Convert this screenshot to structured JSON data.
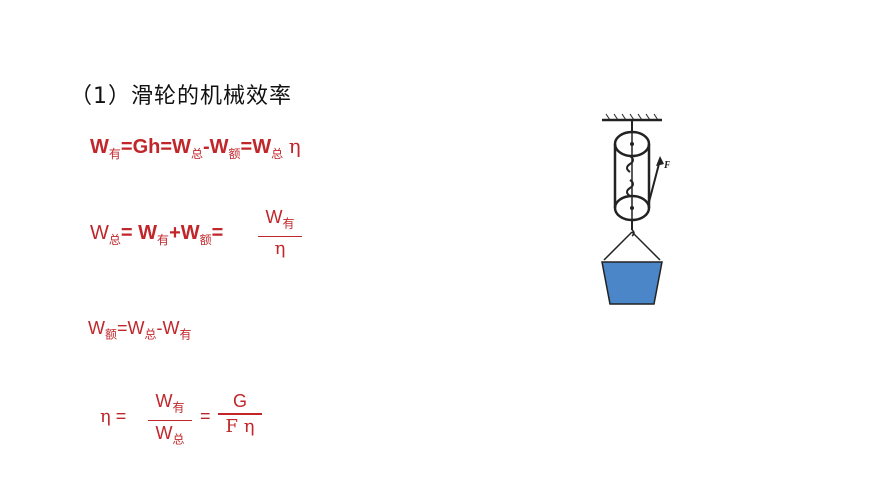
{
  "title": "（1）滑轮的机械效率",
  "formula1": {
    "w": "W",
    "you": "有",
    "eq1": "=Gh=",
    "zong": "总",
    "minus": "-",
    "e": "额",
    "eq2": "=",
    "eta": "η"
  },
  "formula2": {
    "w": "W",
    "zong": "总",
    "eq": "= ",
    "you": "有",
    "plus": "+",
    "e": "额",
    "eq2": "= ",
    "frac_num": "W",
    "frac_num_sub": "有",
    "frac_den": "η"
  },
  "formula3": {
    "w": "W",
    "e": "额",
    "eq": "=",
    "zong": "总",
    "minus": "-",
    "you": "有"
  },
  "formula4": {
    "eta": "η",
    "eq1": " = ",
    "num1": "W",
    "num1_sub": "有",
    "den1": "W",
    "den1_sub": "总",
    "eq2": "=",
    "num2": "G",
    "den2": "F η"
  },
  "figure": {
    "force_label": "F",
    "bucket_color": "#4a86c8"
  }
}
